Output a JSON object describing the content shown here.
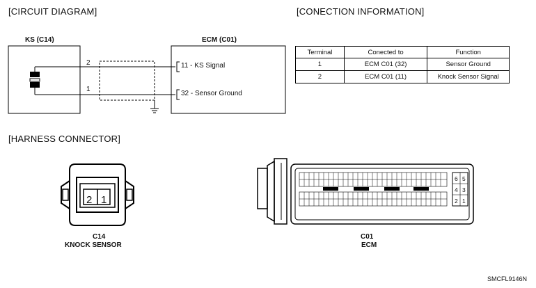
{
  "headings": {
    "circuit": "[CIRCUIT DIAGRAM]",
    "connection": "[CONECTION INFORMATION]",
    "harness": "[HARNESS CONNECTOR]"
  },
  "circuit": {
    "ks_label": "KS (C14)",
    "ecm_label": "ECM (C01)",
    "pin2": "2",
    "pin1": "1",
    "ecm_pin11": "11 - KS Signal",
    "ecm_pin32": "32 - Sensor Ground"
  },
  "connection_table": {
    "headers": [
      "Terminal",
      "Conected to",
      "Function"
    ],
    "rows": [
      [
        "1",
        "ECM C01 (32)",
        "Sensor Ground"
      ],
      [
        "2",
        "ECM C01 (11)",
        "Knock Sensor Signal"
      ]
    ]
  },
  "harness": {
    "c14_pins": [
      "2",
      "1"
    ],
    "c14_code": "C14",
    "c14_name": "KNOCK SENSOR",
    "c01_code": "C01",
    "c01_name": "ECM",
    "c01_side_pins": [
      "6",
      "5",
      "4",
      "3",
      "2",
      "1"
    ]
  },
  "figure_code": "SMCFL9146N"
}
